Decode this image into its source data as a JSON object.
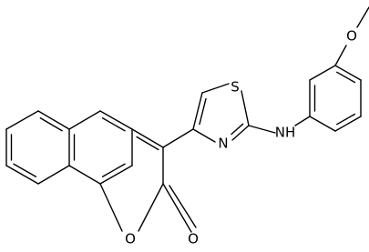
{
  "molecule": {
    "atoms": {
      "O_methoxy": "O",
      "S_thiazole": "S",
      "N_thiazole": "N",
      "NH_amine": "NH",
      "O_ring": "O",
      "O_carbonyl": "O"
    }
  },
  "colors": {
    "bond": "#000000",
    "label": "#000000",
    "background": "#ffffff"
  }
}
